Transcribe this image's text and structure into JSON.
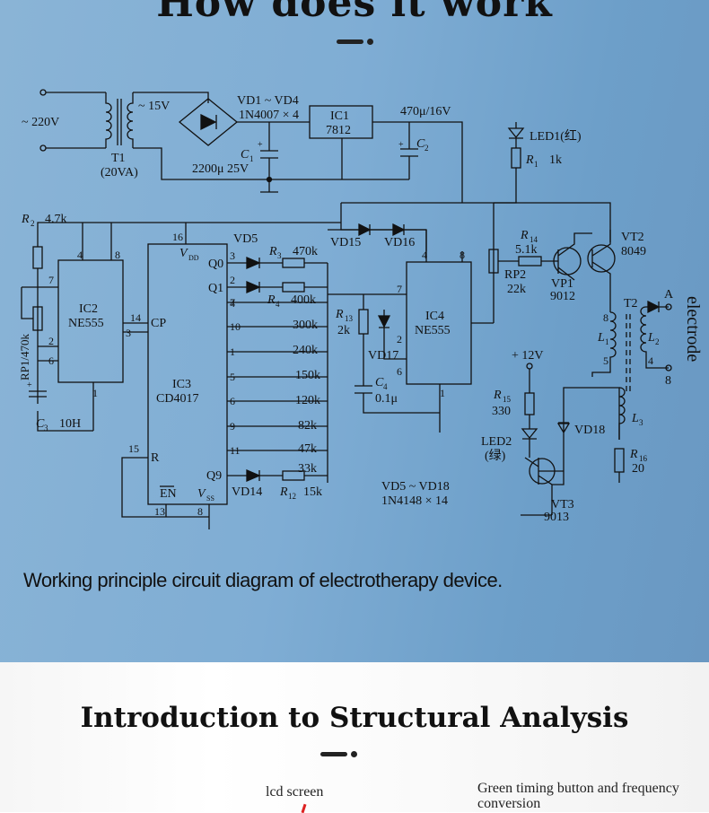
{
  "hero": {
    "title": "How does it work",
    "caption": "Working principle circuit diagram  of electrotherapy device."
  },
  "circuit": {
    "electrode_label": "electrode",
    "electrode_color": "#7cff3c",
    "labels": {
      "mains": "~ 220V",
      "transformer_sec": "~ 15V",
      "transformer": "T1",
      "transformer_rating": "(20VA)",
      "bridge": "VD1 ~ VD4",
      "bridge_part": "1N4007 × 4",
      "reg_name": "IC1",
      "reg_part": "7812",
      "c1": "C",
      "c1_sub": "1",
      "c1_value": "2200μ  25V",
      "rail": "470μ/16V",
      "c2": "C",
      "c2_sub": "2",
      "led1": "LED1(红)",
      "r1": "R",
      "r1_sub": "1",
      "r1_value": "1k",
      "r2": "R",
      "r2_sub": "2",
      "r2_value": "4.7k",
      "rp1": "RP1/470k",
      "ic2_name": "IC2",
      "ic2_part": "NE555",
      "c3": "C",
      "c3_sub": "3",
      "c3_value": "10H",
      "ic3_name": "IC3",
      "ic3_part": "CD4017",
      "vdd": "V",
      "vdd_sub": "DD",
      "vss": "V",
      "vss_sub": "SS",
      "en": "EN",
      "cp": "CP",
      "r_pin": "R",
      "vd5": "VD5",
      "vd14": "VD14",
      "vd15": "VD15",
      "vd16": "VD16",
      "vd17": "VD17",
      "vd18": "VD18",
      "r3": "R",
      "r3_sub": "3",
      "r3_value": "470k",
      "r4": "R",
      "r4_sub": "4",
      "r4_value": "400k",
      "r12": "R",
      "r12_sub": "12",
      "r12_value": "15k",
      "ladder_values": [
        "300k",
        "240k",
        "150k",
        "120k",
        "82k",
        "47k",
        "33k"
      ],
      "q_labels": [
        "Q0",
        "Q1",
        "Q9"
      ],
      "r13": "R",
      "r13_sub": "13",
      "r13_value": "2k",
      "c4": "C",
      "c4_sub": "4",
      "c4_value": "0.1μ",
      "ic4_name": "IC4",
      "ic4_part": "NE555",
      "r14": "R",
      "r14_sub": "14",
      "r14_value": "5.1k",
      "rp2": "RP2",
      "rp2_value": "22k",
      "vp1": "VP1",
      "vp1_part": "9012",
      "vt2": "VT2",
      "vt2_part": "8049",
      "t2": "T2",
      "l1": "L",
      "l1_sub": "1",
      "l2": "L",
      "l2_sub": "2",
      "l3": "L",
      "l3_sub": "3",
      "term_a": "A",
      "term_b": "8",
      "v12": "+ 12V",
      "r15": "R",
      "r15_sub": "15",
      "r15_value": "330",
      "led2": "LED2",
      "led2_note": "(绿)",
      "r16": "R",
      "r16_sub": "16",
      "r16_value": "20",
      "vt3": "VT3",
      "vt3_part": "9013",
      "diode_note": "VD5 ~ VD18",
      "diode_part": "1N4148 × 14"
    }
  },
  "lower": {
    "title": "Introduction to Structural Analysis",
    "label_lcd": "lcd screen",
    "label_green": "Green timing button and frequency conversion"
  }
}
